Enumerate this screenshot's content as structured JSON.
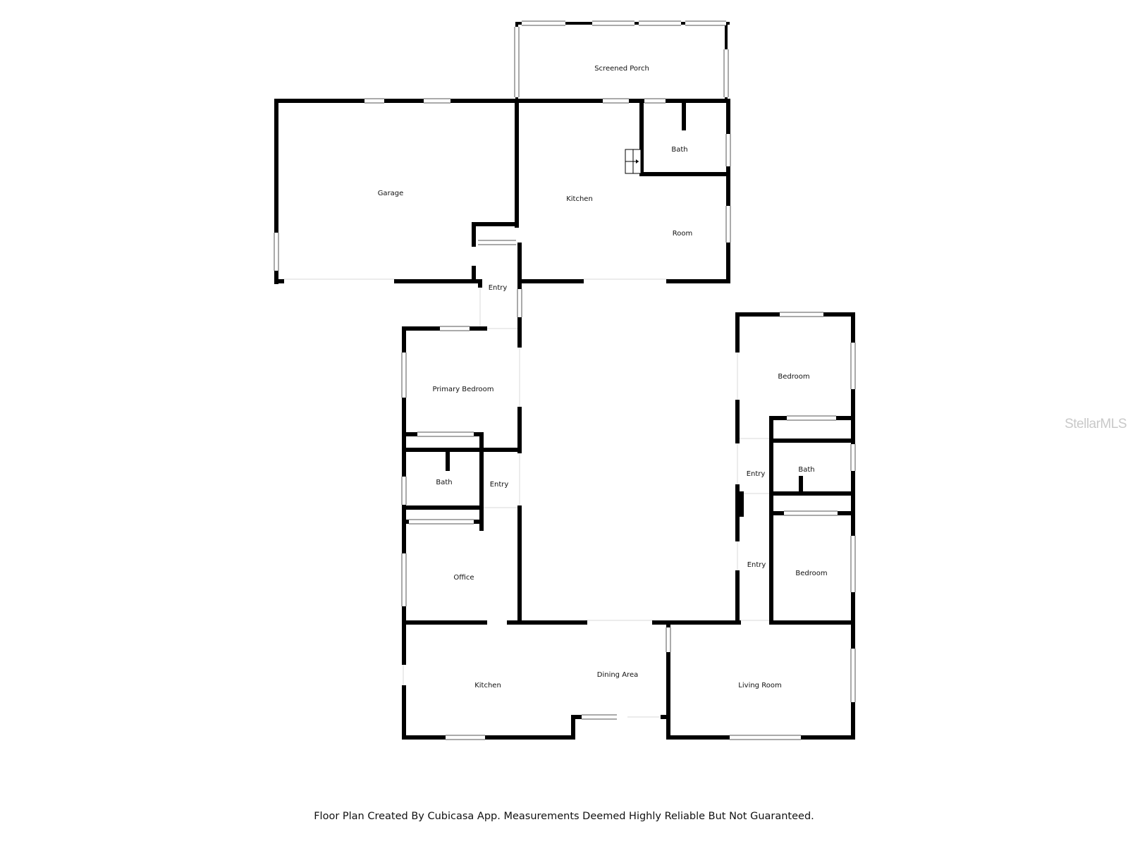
{
  "rooms": {
    "screened_porch": "Screened Porch",
    "garage": "Garage",
    "kitchen_upper": "Kitchen",
    "bath_upper": "Bath",
    "room_upper": "Room",
    "entry_upper": "Entry",
    "primary_bedroom": "Primary Bedroom",
    "bath_left": "Bath",
    "entry_left": "Entry",
    "office": "Office",
    "kitchen_lower": "Kitchen",
    "dining_area": "Dining Area",
    "living_room": "Living Room",
    "bedroom_top_right": "Bedroom",
    "entry_right_upper": "Entry",
    "bath_right": "Bath",
    "entry_right_lower": "Entry",
    "bedroom_lower_right": "Bedroom"
  },
  "footer": {
    "text": "Floor Plan Created By Cubicasa App. Measurements Deemed Highly Reliable But Not Guaranteed."
  },
  "watermark": {
    "text": "StellarMLS"
  }
}
